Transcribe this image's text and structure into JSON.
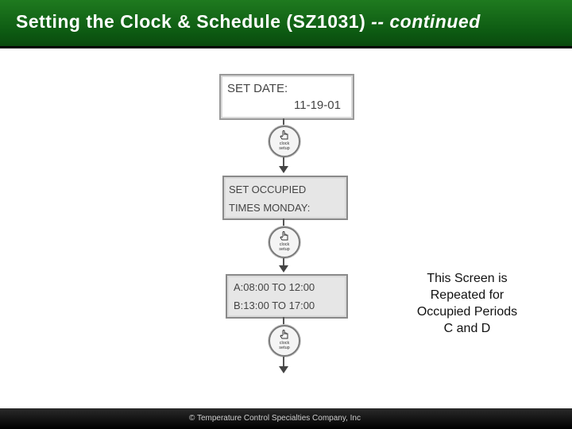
{
  "slide": {
    "title_main": "Setting the Clock & Schedule (SZ1031) ",
    "title_suffix": "-- continued"
  },
  "screens": [
    {
      "lines": [
        "SET DATE:",
        "11-19-01"
      ]
    },
    {
      "lines": [
        "SET OCCUPIED",
        "TIMES MONDAY:"
      ]
    },
    {
      "lines": [
        "A:08:00 TO 12:00",
        "B:13:00 TO 17:00"
      ]
    }
  ],
  "key": {
    "line1": "clock",
    "line2": "setup"
  },
  "note": {
    "lines": [
      "This Screen is",
      "Repeated for",
      "Occupied Periods",
      "C and D"
    ]
  },
  "footer": {
    "copyright": "© Temperature Control Specialties Company, Inc"
  },
  "colors": {
    "title_bar": "#0d5a12",
    "title_text": "#ffffff",
    "footer": "#000000"
  },
  "icons": [
    "pointing-hand-icon",
    "down-arrow-icon"
  ]
}
